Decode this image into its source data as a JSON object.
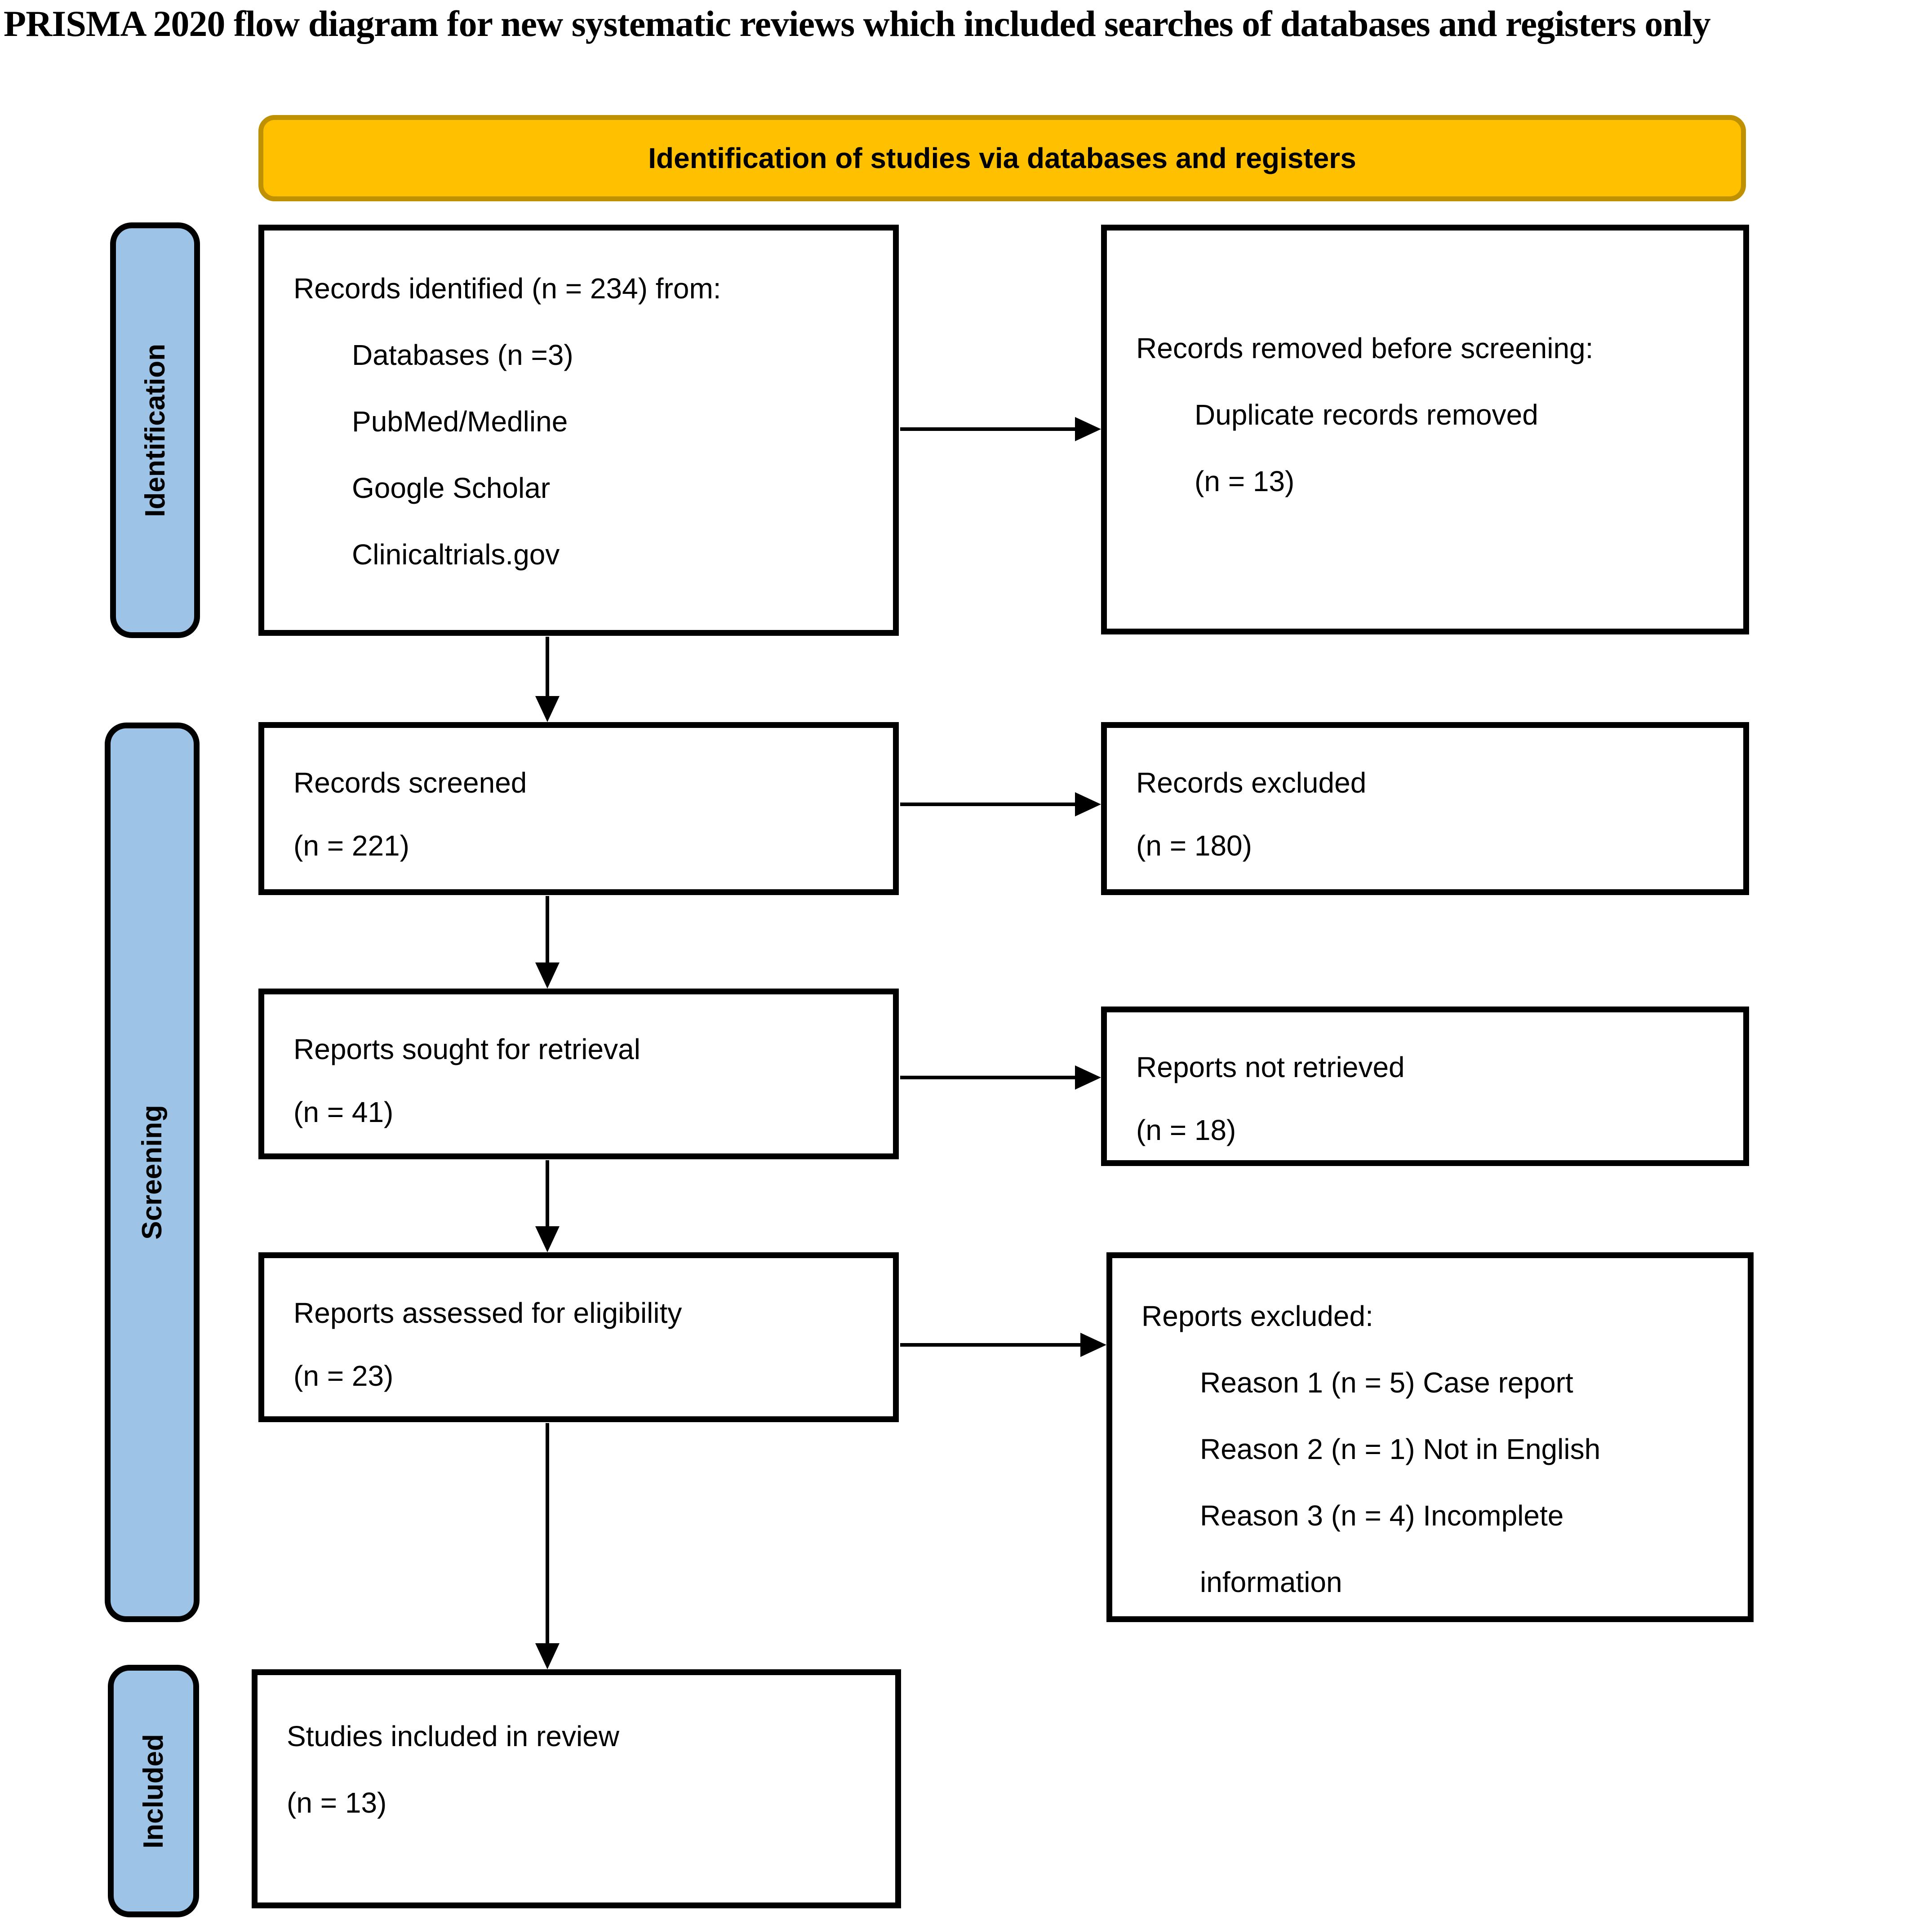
{
  "title": "PRISMA 2020 flow diagram for new systematic reviews which included searches of databases and registers only",
  "banner": {
    "label": "Identification of studies via databases and registers"
  },
  "sidebar": {
    "items": [
      {
        "label": "Identification"
      },
      {
        "label": "Screening"
      },
      {
        "label": "Included"
      }
    ]
  },
  "boxes": {
    "records_identified": {
      "line1": "Records identified (n = 234) from:",
      "items": [
        "Databases (n =3)",
        "PubMed/Medline",
        "Google Scholar",
        "Clinicaltrials.gov"
      ]
    },
    "records_removed": {
      "line1": "Records removed before screening:",
      "items": [
        "Duplicate records removed",
        "(n = 13)"
      ]
    },
    "records_screened": {
      "line1": "Records screened",
      "line2": "(n = 221)"
    },
    "records_excluded": {
      "line1": "Records excluded",
      "line2": "(n = 180)"
    },
    "reports_sought": {
      "line1": "Reports sought for retrieval",
      "line2": "(n = 41)"
    },
    "reports_not_retrieved": {
      "line1": "Reports not retrieved",
      "line2": "(n = 18)"
    },
    "reports_assessed": {
      "line1": "Reports assessed for eligibility",
      "line2": "(n = 23)"
    },
    "reports_excluded": {
      "line1": "Reports excluded:",
      "items": [
        "Reason 1 (n = 5) Case report",
        "Reason 2 (n = 1) Not in English",
        "Reason 3 (n = 4) Incomplete",
        "information"
      ]
    },
    "studies_included": {
      "line1": "Studies included in review",
      "line2": "(n = 13)"
    }
  },
  "colors": {
    "banner_fill": "#FFC000",
    "banner_border": "#BF9000",
    "sidebar_fill": "#9DC3E6",
    "box_border": "#000000",
    "arrow": "#000000"
  }
}
